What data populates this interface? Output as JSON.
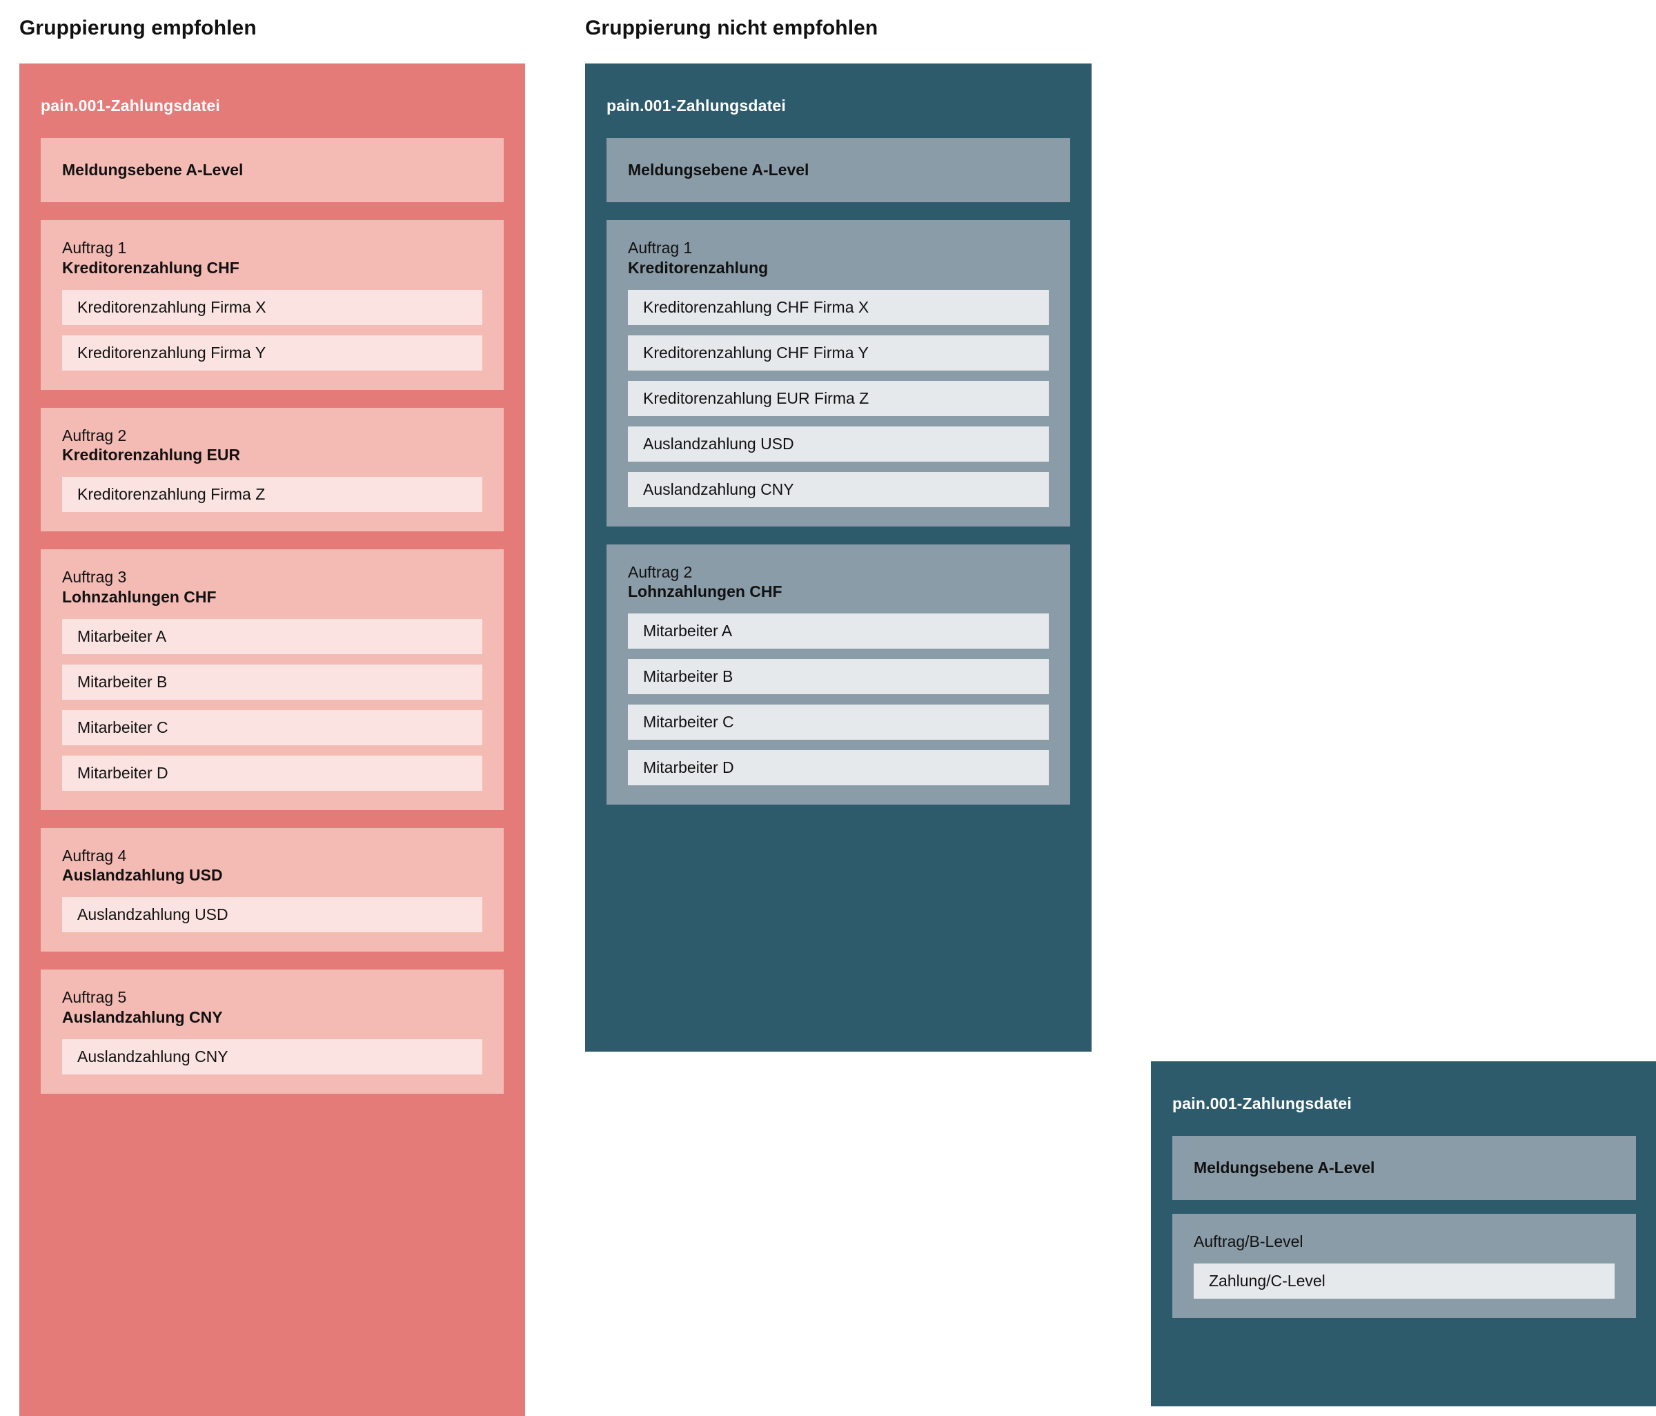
{
  "headings": {
    "recommended": "Gruppierung empfohlen",
    "not_recommended": "Gruppierung nicht empfohlen"
  },
  "colors": {
    "red_outer": "#E57B79",
    "red_mid": "#F4BBB4",
    "red_inner": "#FAE3E0",
    "teal_outer": "#2E5B6B",
    "teal_mid": "#8A9CA8",
    "teal_inner": "#E6E9EB",
    "text": "#111111",
    "title_text": "#FFFFFF",
    "background": "#FFFFFF"
  },
  "panels": {
    "recommended": {
      "file_title": "pain.001-Zahlungsdatei",
      "a_level": "Meldungsebene A-Level",
      "orders": [
        {
          "index": "Auftrag 1",
          "title": "Kreditorenzahlung CHF",
          "payments": [
            "Kreditorenzahlung Firma X",
            "Kreditorenzahlung Firma Y"
          ]
        },
        {
          "index": "Auftrag 2",
          "title": "Kreditorenzahlung EUR",
          "payments": [
            "Kreditorenzahlung Firma Z"
          ]
        },
        {
          "index": "Auftrag 3",
          "title": "Lohnzahlungen CHF",
          "payments": [
            "Mitarbeiter A",
            "Mitarbeiter B",
            "Mitarbeiter C",
            "Mitarbeiter D"
          ]
        },
        {
          "index": "Auftrag 4",
          "title": "Auslandzahlung USD",
          "payments": [
            "Auslandzahlung USD"
          ]
        },
        {
          "index": "Auftrag 5",
          "title": "Auslandzahlung CNY",
          "payments": [
            "Auslandzahlung CNY"
          ]
        }
      ]
    },
    "not_recommended": {
      "file_title": "pain.001-Zahlungsdatei",
      "a_level": "Meldungsebene A-Level",
      "orders": [
        {
          "index": "Auftrag 1",
          "title": "Kreditorenzahlung",
          "payments": [
            "Kreditorenzahlung CHF Firma X",
            "Kreditorenzahlung CHF Firma Y",
            "Kreditorenzahlung EUR Firma Z",
            "Auslandzahlung USD",
            "Auslandzahlung CNY"
          ]
        },
        {
          "index": "Auftrag 2",
          "title": "Lohnzahlungen CHF",
          "payments": [
            "Mitarbeiter A",
            "Mitarbeiter B",
            "Mitarbeiter C",
            "Mitarbeiter D"
          ]
        }
      ]
    },
    "legend": {
      "file_title": "pain.001-Zahlungsdatei",
      "a_level": "Meldungsebene A-Level",
      "order_label": "Auftrag/B-Level",
      "payment_label": "Zahlung/C-Level"
    }
  }
}
